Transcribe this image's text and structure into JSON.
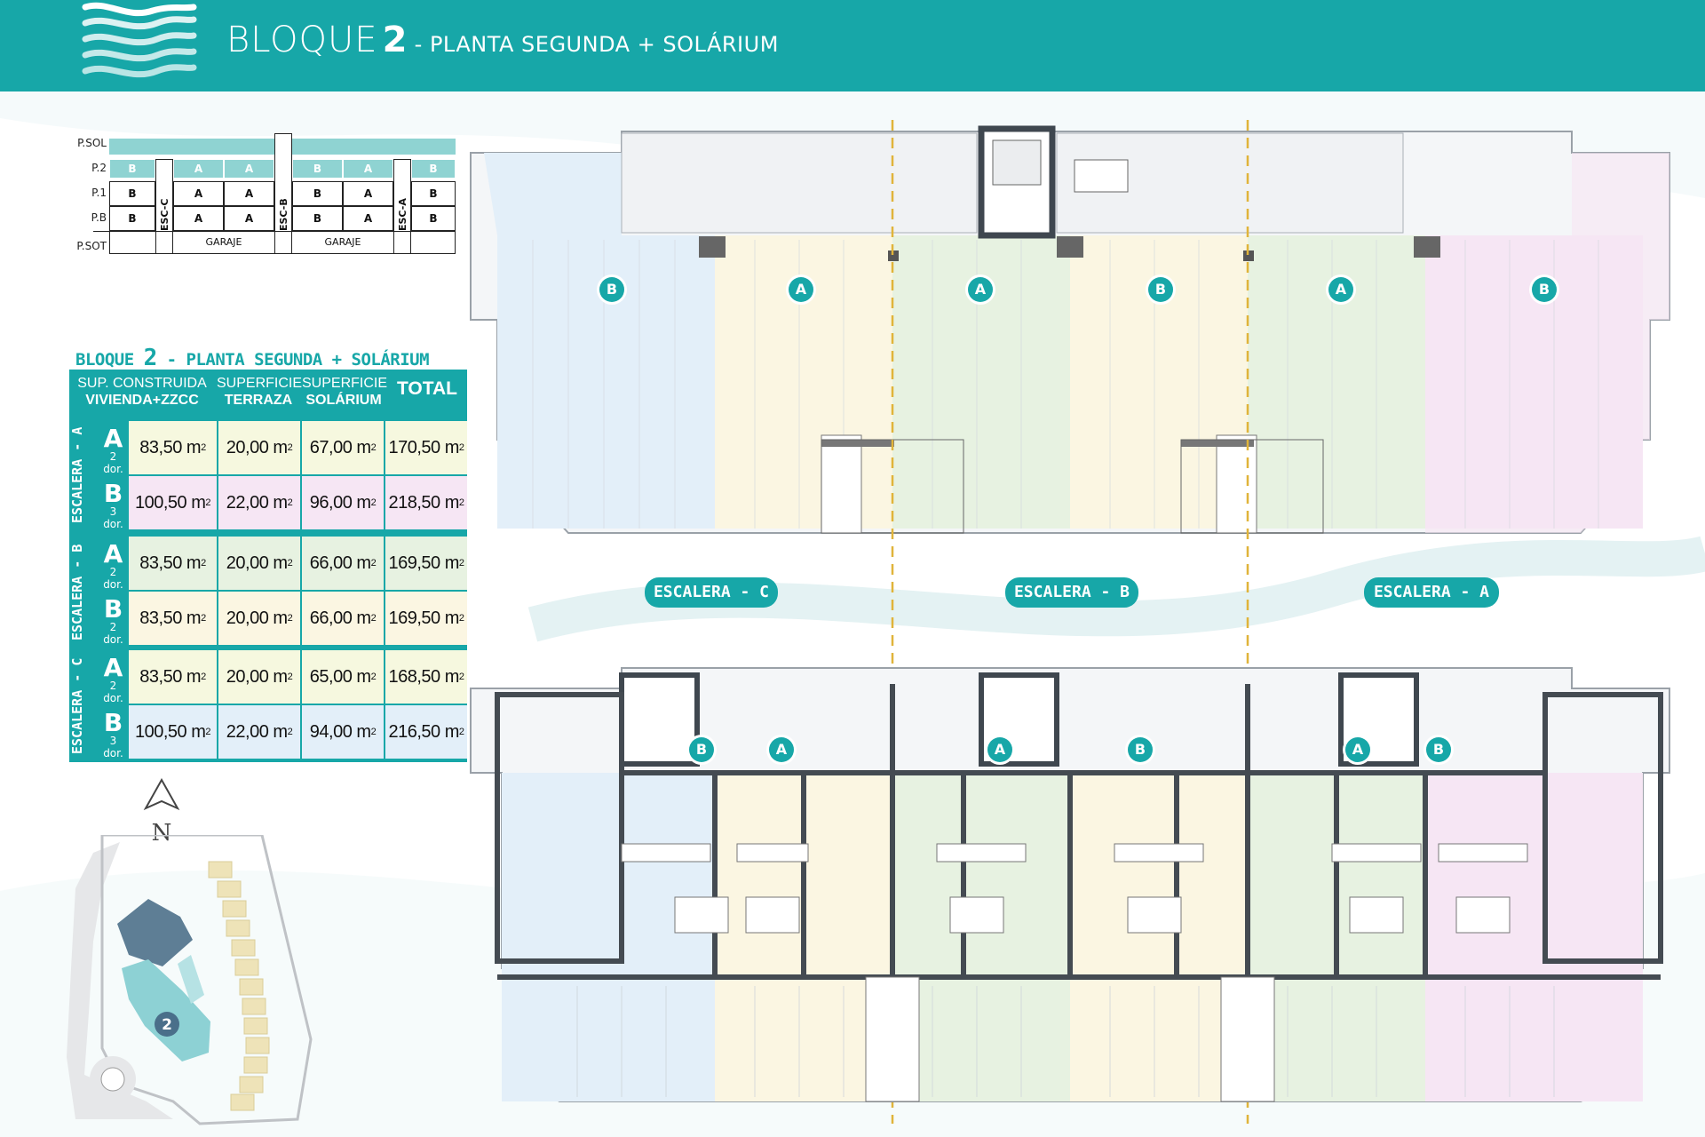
{
  "header": {
    "title_main": "BLOQUE",
    "title_number": "2",
    "title_dash": " - ",
    "title_sub": "PLANTA SEGUNDA + SOLÁRIUM"
  },
  "section": {
    "levels": [
      "P.SOL",
      "P.2",
      "P.1",
      "P.B",
      "P.SOT"
    ],
    "p2_row": [
      "B",
      "A",
      "A",
      "B",
      "A",
      "B"
    ],
    "p1_row": [
      "B",
      "A",
      "A",
      "B",
      "A",
      "B"
    ],
    "pb_row": [
      "B",
      "A",
      "A",
      "B",
      "A",
      "B"
    ],
    "stairs": [
      "ESC-C",
      "ESC-B",
      "ESC-A"
    ],
    "garage": [
      "GARAJE",
      "GARAJE"
    ]
  },
  "table": {
    "title_pre": "BLOQUE ",
    "title_num": "2",
    "title_post": " - PLANTA SEGUNDA + SOLÁRIUM",
    "headers": {
      "c1_l1": "SUP. CONSTRUIDA",
      "c1_l2": "VIVIENDA+ZZCC",
      "c2_l1": "SUPERFICIE",
      "c2_l2": "TERRAZA",
      "c3_l1": "SUPERFICIE",
      "c3_l2": "SOLÁRIUM",
      "c4": "TOTAL"
    },
    "groups": [
      "ESCALERA - A",
      "ESCALERA - B",
      "ESCALERA - C"
    ],
    "unit": "m",
    "unit_exp": "2",
    "rows": [
      {
        "type": "A",
        "dorms": "2 dor.",
        "construida": "83,50",
        "terraza": "20,00",
        "solarium": "67,00",
        "total": "170,50"
      },
      {
        "type": "B",
        "dorms": "3 dor.",
        "construida": "100,50",
        "terraza": "22,00",
        "solarium": "96,00",
        "total": "218,50"
      },
      {
        "type": "A",
        "dorms": "2 dor.",
        "construida": "83,50",
        "terraza": "20,00",
        "solarium": "66,00",
        "total": "169,50"
      },
      {
        "type": "B",
        "dorms": "2 dor.",
        "construida": "83,50",
        "terraza": "20,00",
        "solarium": "66,00",
        "total": "169,50"
      },
      {
        "type": "A",
        "dorms": "2 dor.",
        "construida": "83,50",
        "terraza": "20,00",
        "solarium": "65,00",
        "total": "168,50"
      },
      {
        "type": "B",
        "dorms": "3 dor.",
        "construida": "100,50",
        "terraza": "22,00",
        "solarium": "94,00",
        "total": "216,50"
      }
    ]
  },
  "compass": {
    "label": "N"
  },
  "site": {
    "block_label": "2"
  },
  "stairs_labels": [
    "ESCALERA - C",
    "ESCALERA - B",
    "ESCALERA - A"
  ],
  "solarium_markers": [
    "B",
    "A",
    "A",
    "B",
    "A",
    "B"
  ],
  "floor_markers": [
    "B",
    "A",
    "A",
    "B",
    "A",
    "B"
  ],
  "colors": {
    "teal": "#17a7a8",
    "zone_blue": "#e3eff9",
    "zone_yellow": "#fbf6e2",
    "zone_green": "#e7f2e1",
    "zone_pink": "#f6e6f4",
    "row_a_esc_a": "#f6f8df",
    "row_b_esc_a": "#f6e6f4",
    "row_a_esc_b": "#e7f2e1",
    "row_b_esc_b": "#fbf6e2",
    "row_a_esc_c": "#f6f8df",
    "row_b_esc_c": "#e3eff9"
  }
}
